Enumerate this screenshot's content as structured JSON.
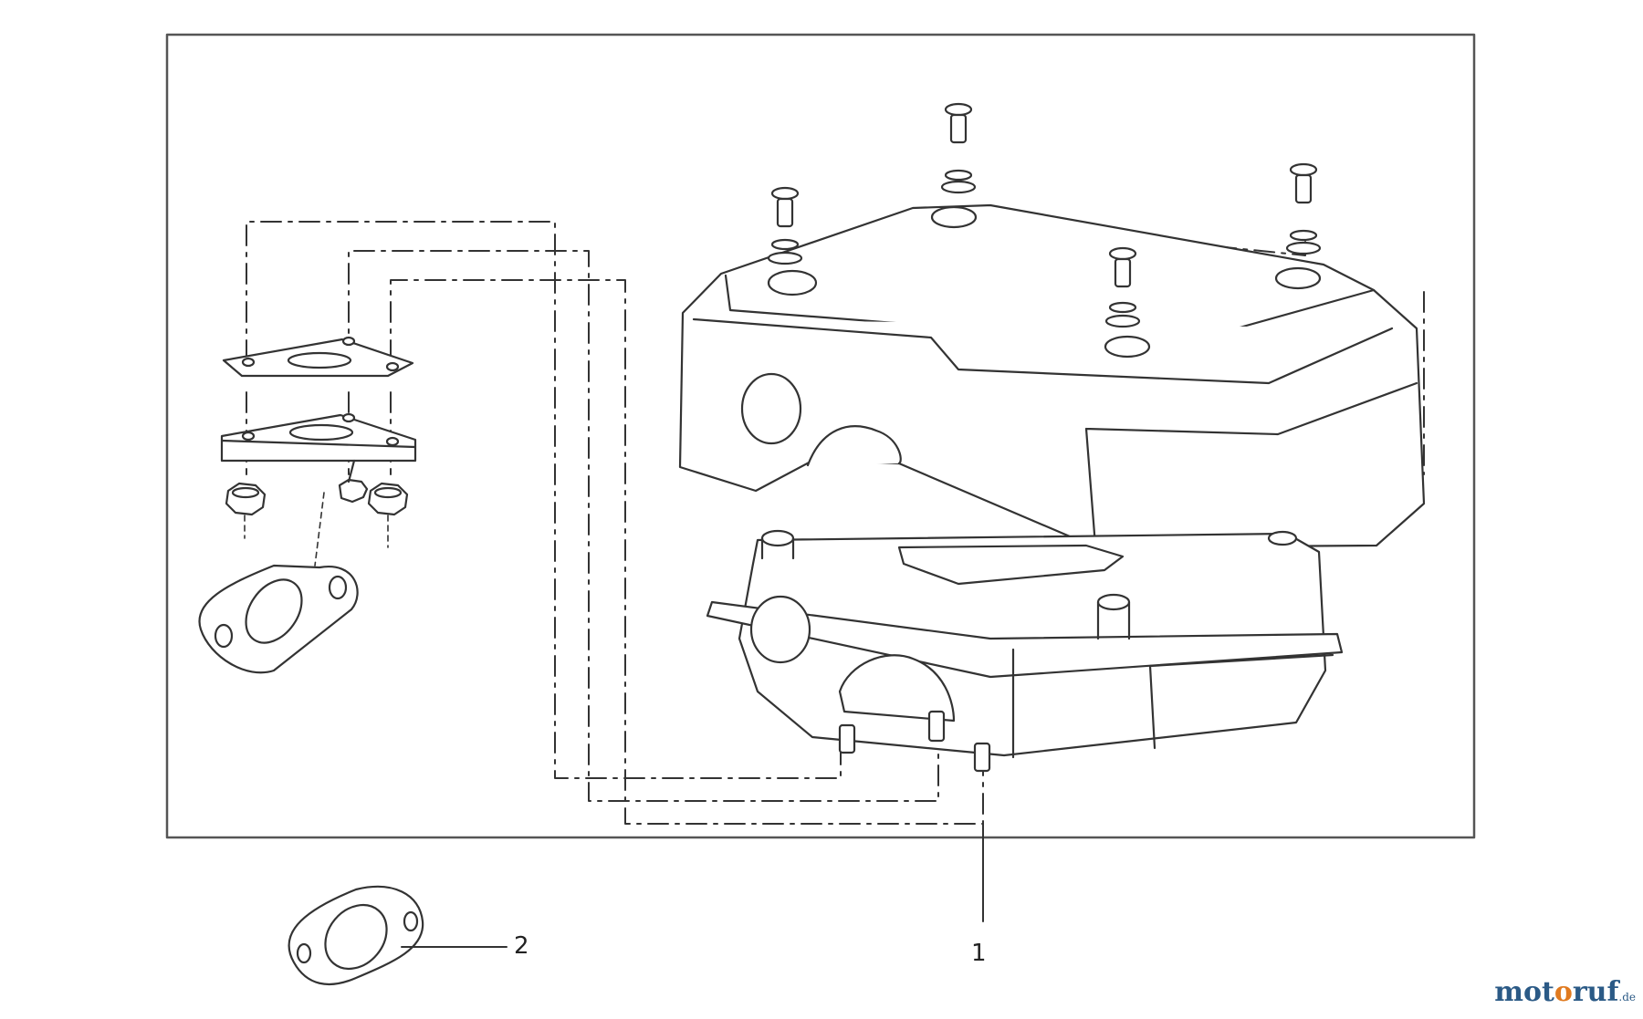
{
  "callouts": [
    {
      "id": "1",
      "label": "1"
    },
    {
      "id": "2",
      "label": "2"
    }
  ],
  "watermark": {
    "text": "motoruf.de",
    "brand_part_a": "mot",
    "brand_accent": "o",
    "brand_part_b": "ruf",
    "tld": ".de",
    "brand_color": "#2b5a86",
    "accent_color": "#e07a1f"
  },
  "colors": {
    "line": "#333333",
    "fill": "#ffffff",
    "frame": "#555555"
  }
}
